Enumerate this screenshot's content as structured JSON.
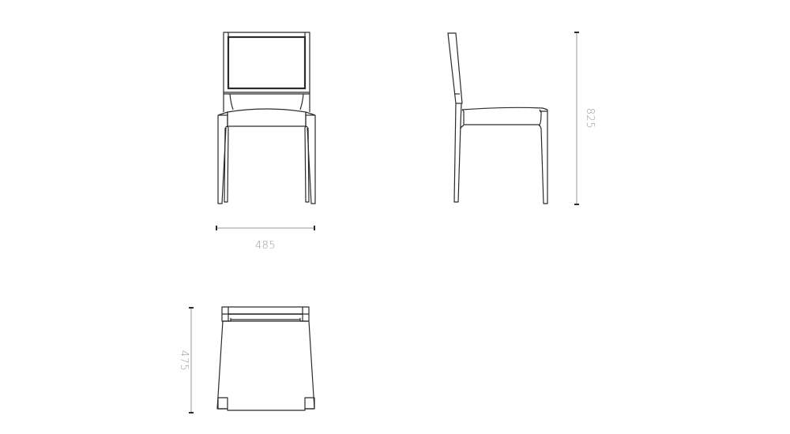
{
  "drawing": {
    "subject": "chair",
    "units": "mm",
    "views": {
      "front": {
        "label": "front-view"
      },
      "side": {
        "label": "side-view"
      },
      "top": {
        "label": "top-view"
      }
    },
    "dimensions": {
      "width": "485",
      "height": "825",
      "depth": "475"
    },
    "colors": {
      "line": "#2a2a2a",
      "dimension_line": "#9a9a9a",
      "dimension_text": "#9a9a9a",
      "background": "#ffffff"
    }
  }
}
